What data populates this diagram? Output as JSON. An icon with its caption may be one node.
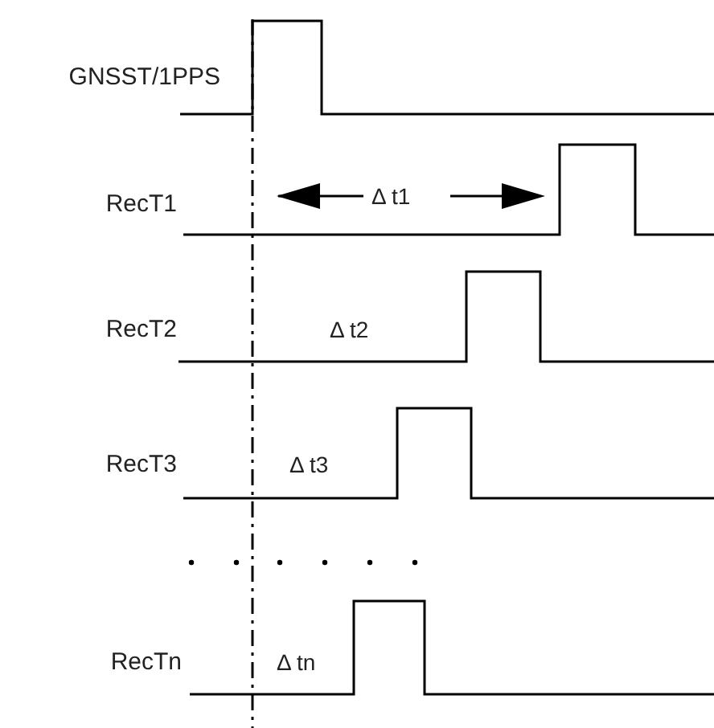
{
  "diagram": {
    "labels": [
      "GNSST/1PPS",
      "RecT1",
      "Δ t1",
      "RecT2",
      "Δ t2",
      "RecT3",
      "Δ t3",
      "RecTn",
      "Δ tn"
    ]
  }
}
